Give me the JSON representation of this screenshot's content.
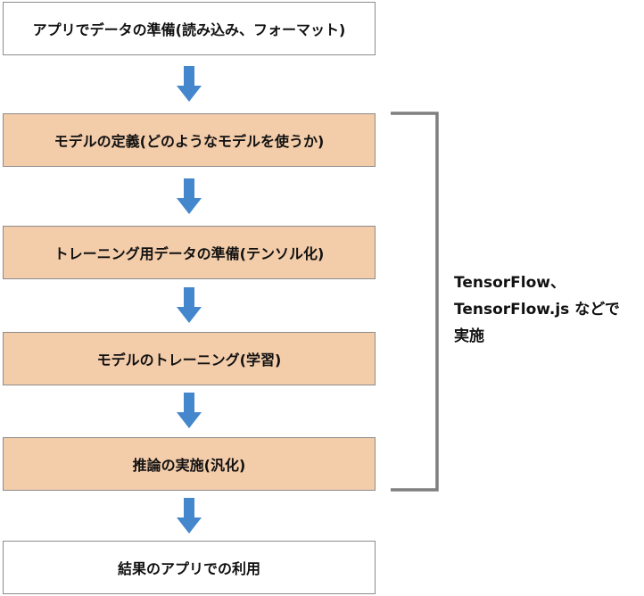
{
  "steps": [
    {
      "label": "アプリでデータの準備(読み込み、フォーマット)",
      "style": "white"
    },
    {
      "label": "モデルの定義(どのようなモデルを使うか)",
      "style": "tan"
    },
    {
      "label": "トレーニング用データの準備(テンソル化)",
      "style": "tan"
    },
    {
      "label": "モデルのトレーニング(学習)",
      "style": "tan"
    },
    {
      "label": "推論の実施(汎化)",
      "style": "tan"
    },
    {
      "label": "結果のアプリでの利用",
      "style": "white"
    }
  ],
  "note": {
    "lines": [
      "TensorFlow、",
      "TensorFlow.js などで",
      "実施"
    ]
  },
  "colors": {
    "arrow": "#4487cc",
    "tan_fill": "#f3ccaa",
    "border": "#8c8c8c",
    "bracket": "#7f7f7f"
  }
}
